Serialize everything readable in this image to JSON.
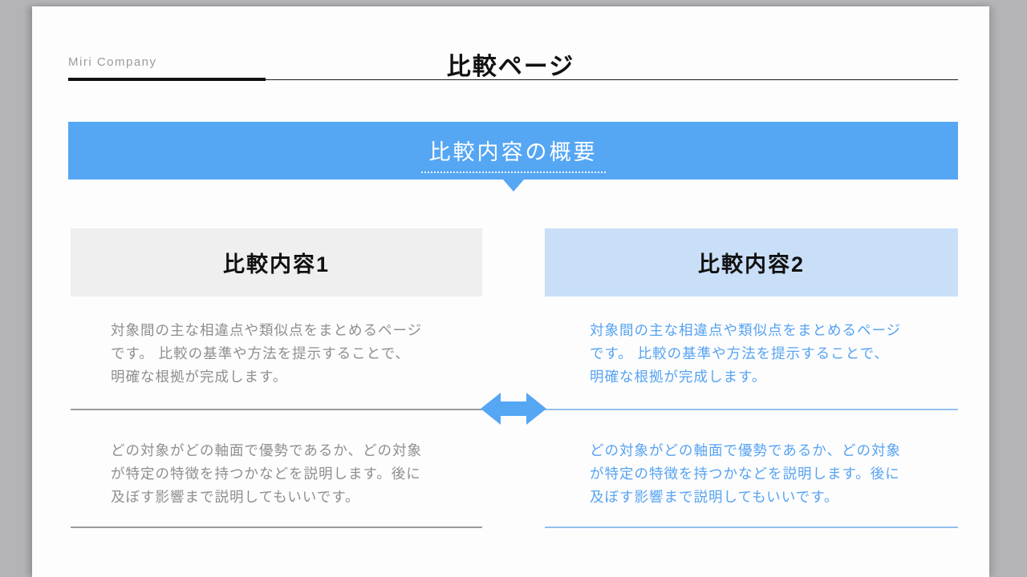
{
  "page": {
    "brand": "Miri Company",
    "title": "比較ページ"
  },
  "banner": {
    "label": "比較内容の概要"
  },
  "columns": [
    {
      "header": "比較内容1",
      "p1_lines": [
        "対象間の主な相違点や類似点をまとめるページ",
        "です。 比較の基準や方法を提示することで、",
        "明確な根拠が完成します。"
      ],
      "p2_lines": [
        "どの対象がどの軸面で優勢であるか、どの対象",
        "が特定の特徴を持つかなどを説明します。後に",
        "及ぼす影響まで説明してもいいです。"
      ]
    },
    {
      "header": "比較内容2",
      "p1_lines": [
        "対象間の主な相違点や類似点をまとめるページ",
        "です。 比較の基準や方法を提示することで、",
        "明確な根拠が完成します。"
      ],
      "p2_lines": [
        "どの対象がどの軸面で優勢であるか、どの対象",
        "が特定の特徴を持つかなどを説明します。後に",
        "及ぼす影響まで説明してもいいです。"
      ]
    }
  ],
  "colors": {
    "accent_blue": "#55a6f3",
    "light_blue_header": "#c9dff8",
    "gray_header": "#efefef",
    "body_text_gray": "#8f8f8f",
    "body_text_blue": "#57a3f1",
    "divider_gray": "#9b9b9b",
    "divider_blue": "#93bfee",
    "surround_gray": "#b4b4b6"
  }
}
